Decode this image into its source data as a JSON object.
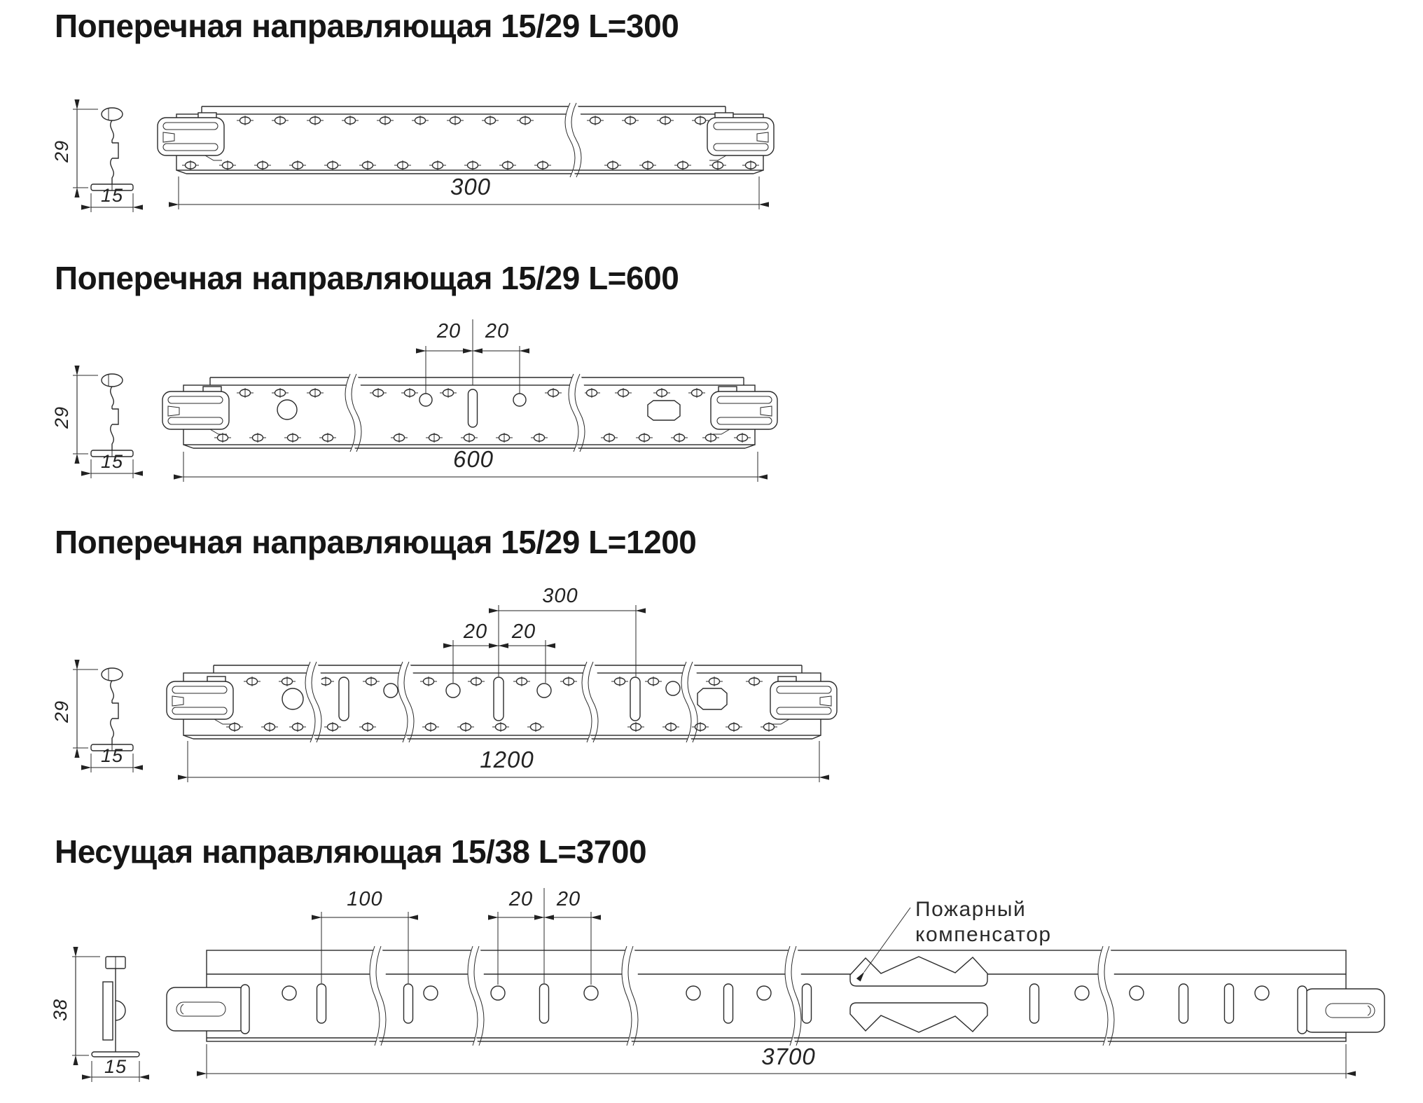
{
  "document": {
    "background": "#ffffff",
    "line_color": "#2b2b2b",
    "text_color": "#161616"
  },
  "sections": [
    {
      "title": "Поперечная направляющая 15/29 L=300",
      "profile": {
        "height": "29",
        "width": "15"
      },
      "length": "300",
      "top_dims": []
    },
    {
      "title": "Поперечная направляющая 15/29 L=600",
      "profile": {
        "height": "29",
        "width": "15"
      },
      "length": "600",
      "top_dims": [
        "20",
        "20"
      ]
    },
    {
      "title": "Поперечная направляющая 15/29 L=1200",
      "profile": {
        "height": "29",
        "width": "15"
      },
      "length": "1200",
      "top_dims": [
        "300",
        "20",
        "20"
      ]
    },
    {
      "title": "Несущая направляющая 15/38 L=3700",
      "profile": {
        "height": "38",
        "width": "15"
      },
      "length": "3700",
      "top_dims": [
        "100",
        "20",
        "20"
      ],
      "annotation": {
        "line1": "Пожарный",
        "line2": "компенсатор"
      }
    }
  ]
}
